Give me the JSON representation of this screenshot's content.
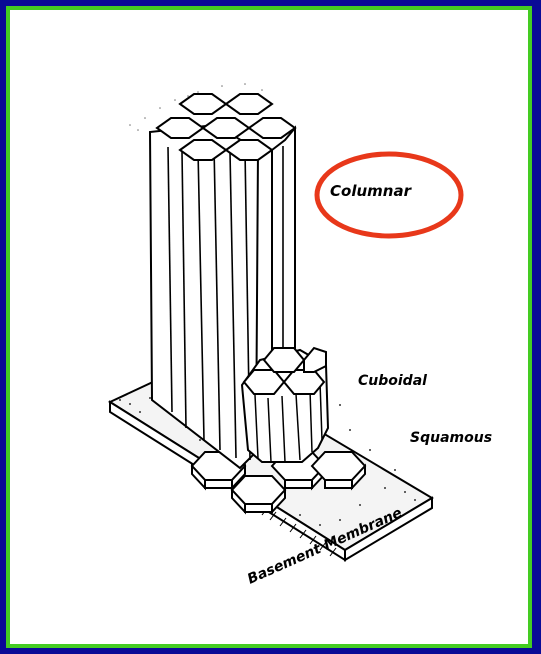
{
  "colors": {
    "outer_background": "#0a0a96",
    "panel_border": "#44cc22",
    "highlight_circle": "#e8381a"
  },
  "labels": {
    "columnar": "Columnar",
    "cuboidal": "Cuboidal",
    "squamous": "Squamous",
    "basement_membrane": "Basement Membrane"
  },
  "highlight": {
    "target": "columnar"
  }
}
